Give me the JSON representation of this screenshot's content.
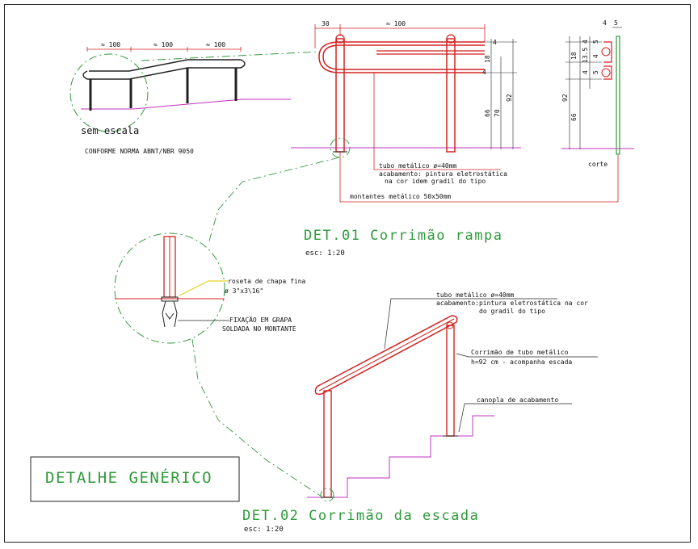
{
  "det01": {
    "title": "DET.01 Corrimão rampa",
    "scale": "esc: 1:20",
    "sketch_dims": [
      "≈ 100",
      "≈ 100",
      "≈ 100"
    ],
    "sketch_note": "sem escala",
    "norma": "CONFORME NORMA ABNT/NBR 9050",
    "dim_top_left": "30",
    "dim_top": "≈ 100",
    "dims_right": [
      "4",
      "18",
      "4",
      "66",
      "70",
      "92"
    ],
    "note_tube_1": "tubo metálico ø=40mm",
    "note_tube_2": "acabamento: pintura eletrostática",
    "note_tube_3": "na cor idem gradil do tipo",
    "note_montante": "montantes metálico 50x50mm",
    "corte_label": "corte",
    "corte_dims_top": [
      "4",
      "5"
    ],
    "corte_dims_left": [
      "18",
      "13.5",
      "66",
      "92"
    ],
    "corte_dims_small": [
      "4",
      "5",
      "4",
      "5",
      "4"
    ]
  },
  "generic": {
    "label": "DETALHE GENÉRICO",
    "note_roseta_1": "roseta de chapa fina",
    "note_roseta_2": "ø 3\"x3\\16\"",
    "note_fix_1": "FIXAÇÃO EM GRAPA",
    "note_fix_2": "SOLDADA NO MONTANTE"
  },
  "det02": {
    "title": "DET.02 Corrimão da escada",
    "scale": "esc: 1:20",
    "note_tube_1": "tubo metálico ø=40mm",
    "note_tube_2": "acabamento:pintura eletrostática na cor",
    "note_tube_3": "do gradil do tipo",
    "note_corr_1": "Corrimão de tubo metálico",
    "note_corr_2": "h=92 cm  - acompanha escada",
    "note_canopla": "canopla de acabamento"
  },
  "colors": {
    "steel": "#d42222",
    "floor": "#c030c0",
    "callout": "#2e9a3a",
    "roseta": "#e4d020"
  }
}
